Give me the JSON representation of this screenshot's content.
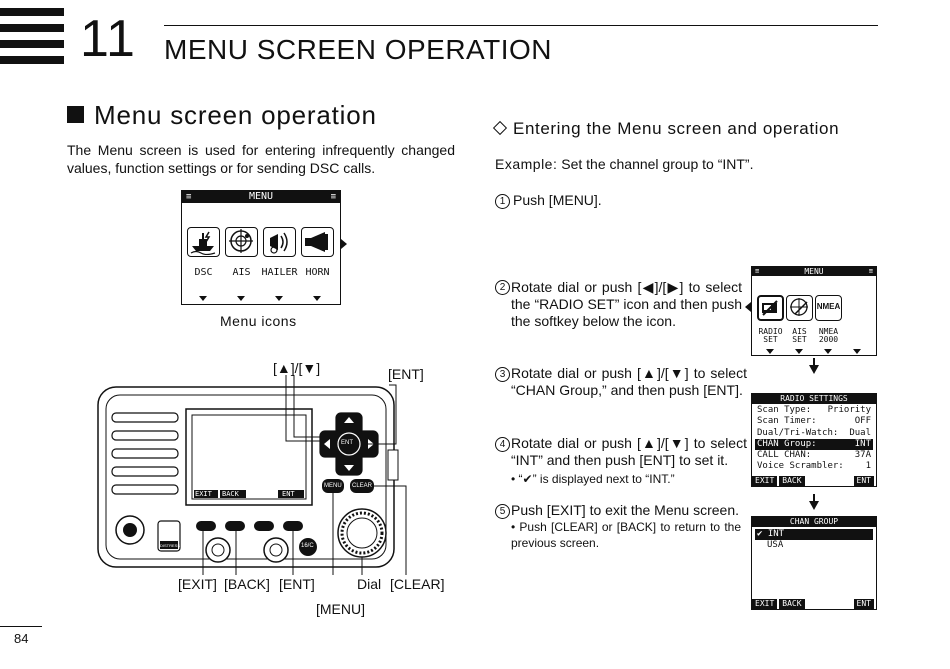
{
  "chapter": {
    "number": "11",
    "title": "MENU SCREEN OPERATION"
  },
  "section": {
    "heading": "Menu screen operation",
    "intro": "The Menu screen is used for entering infrequently changed values, function settings or for sending DSC calls."
  },
  "menu_lcd": {
    "title": "MENU",
    "icons": [
      "DSC",
      "AIS",
      "HAILER",
      "HORN"
    ],
    "caption": "Menu icons"
  },
  "radio_callouts": {
    "up_down": "[▲]/[▼]",
    "ent_top": "[ENT]",
    "exit": "[EXIT]",
    "back": "[BACK]",
    "ent_bottom": "[ENT]",
    "dial": "Dial",
    "clear": "[CLEAR]",
    "menu": "[MENU]",
    "screen_softkeys": [
      "EXIT",
      "BACK",
      "ENT"
    ],
    "btn_menu": "MENU",
    "btn_clear": "CLEAR",
    "btn_ent": "ENT",
    "btn_distress": "DISTRESS",
    "btn_16c": "16/C"
  },
  "procedure": {
    "heading": "Entering the Menu screen and operation",
    "example_label": "Example:",
    "example_text": "Set the channel group to “INT”.",
    "steps": [
      {
        "num": "1",
        "text": "Push [MENU]."
      },
      {
        "num": "2",
        "text": "Rotate dial or push [◀]/[▶] to select the “RADIO SET” icon and then push the softkey below the icon."
      },
      {
        "num": "3",
        "text": "Rotate dial or push [▲]/[▼] to select “CHAN Group,” and then push [ENT]."
      },
      {
        "num": "4",
        "text": "Rotate dial or push [▲]/[▼] to select “INT” and then push [ENT] to set it.",
        "note": "• “✔” is displayed next to “INT.”"
      },
      {
        "num": "5",
        "text": "Push [EXIT] to exit the Menu screen.",
        "note": "• Push [CLEAR] or [BACK] to return to the previous screen."
      }
    ]
  },
  "lcd_menu2": {
    "title": "MENU",
    "icons": [
      [
        "RADIO",
        "SET"
      ],
      [
        "AIS",
        "SET"
      ],
      [
        "NMEA",
        "2000"
      ]
    ],
    "nmea_text": "NMEA"
  },
  "lcd_radio": {
    "title": "RADIO SETTINGS",
    "rows": [
      {
        "label": "Scan Type:",
        "value": "Priority"
      },
      {
        "label": "Scan Timer:",
        "value": "OFF"
      },
      {
        "label": "Dual/Tri-Watch:",
        "value": "Dual"
      },
      {
        "label": "CHAN Group:",
        "value": "INT"
      },
      {
        "label": "CALL CHAN:",
        "value": "37A"
      },
      {
        "label": "Voice Scrambler:",
        "value": "1"
      }
    ],
    "softkeys": [
      "EXIT",
      "BACK",
      "ENT"
    ]
  },
  "lcd_chan": {
    "title": "CHAN GROUP",
    "rows": [
      {
        "label": "✔ INT"
      },
      {
        "label": "USA"
      }
    ],
    "softkeys": [
      "EXIT",
      "BACK",
      "ENT"
    ]
  },
  "page": {
    "number": "84"
  }
}
